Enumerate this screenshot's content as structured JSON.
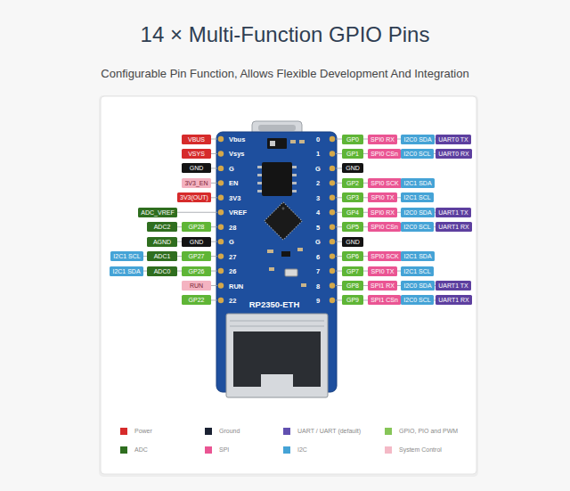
{
  "diagram": {
    "title": "14 × Multi-Function GPIO Pins",
    "caption": "Configurable Pin Function, Allows Flexible Development And Integration",
    "nodes": [
      {
        "text": [
          "VBUS"
        ]
      },
      {
        "text": [
          "GP0"
        ]
      },
      {
        "text": [
          "SPI0 RX"
        ]
      },
      {
        "text": [
          "I2C0 SDA"
        ]
      },
      {
        "text": [
          "UART0 TX"
        ]
      },
      {
        "text": [
          "VSYS"
        ]
      },
      {
        "text": [
          "GP1"
        ]
      },
      {
        "text": [
          "SPI0 CSn"
        ]
      },
      {
        "text": [
          "I2C0 SCL"
        ]
      },
      {
        "text": [
          "UART0 RX"
        ]
      },
      {
        "text": [
          "GND"
        ]
      },
      {
        "text": [
          "GND"
        ]
      },
      {
        "text": [
          "3V3_EN"
        ]
      },
      {
        "text": [
          "GP2"
        ]
      },
      {
        "text": [
          "SPI0 SCK"
        ]
      },
      {
        "text": [
          "I2C1 SDA"
        ]
      },
      {
        "text": [
          "3V3(OUT)"
        ]
      },
      {
        "text": [
          "GP3"
        ]
      },
      {
        "text": [
          "SPI0 TX"
        ]
      },
      {
        "text": [
          "I2C1 SCL"
        ]
      },
      {
        "text": [
          "ADC_VREF"
        ]
      },
      {
        "text": [
          "GP4"
        ]
      },
      {
        "text": [
          "SPI0 RX"
        ]
      },
      {
        "text": [
          "I2C0 SDA"
        ]
      },
      {
        "text": [
          "UART1 TX"
        ]
      },
      {
        "text": [
          "ADC2"
        ]
      },
      {
        "text": [
          "GP28"
        ]
      },
      {
        "text": [
          "GP5"
        ]
      },
      {
        "text": [
          "SPI0 CSn"
        ]
      },
      {
        "text": [
          "I2C0 SCL"
        ]
      },
      {
        "text": [
          "UART1 RX"
        ]
      },
      {
        "text": [
          "AGND"
        ]
      },
      {
        "text": [
          "GND"
        ]
      },
      {
        "text": [
          "GND"
        ]
      },
      {
        "text": [
          "I2C1 SCL"
        ]
      },
      {
        "text": [
          "ADC1"
        ]
      },
      {
        "text": [
          "GP27"
        ]
      },
      {
        "text": [
          "GP6"
        ]
      },
      {
        "text": [
          "SPI0 SCK"
        ]
      },
      {
        "text": [
          "I2C1 SDA"
        ]
      },
      {
        "text": [
          "I2C1 SDA"
        ]
      },
      {
        "text": [
          "ADC0"
        ]
      },
      {
        "text": [
          "GP26"
        ]
      },
      {
        "text": [
          "GP7"
        ]
      },
      {
        "text": [
          "SPI0 TX"
        ]
      },
      {
        "text": [
          "I2C1 SCL"
        ]
      },
      {
        "text": [
          "RUN"
        ]
      },
      {
        "text": [
          "GP8"
        ]
      },
      {
        "text": [
          "SPI1 RX"
        ]
      },
      {
        "text": [
          "I2C0 SDA"
        ]
      },
      {
        "text": [
          "UART1 TX"
        ]
      },
      {
        "text": [
          "GP22"
        ]
      },
      {
        "text": [
          "GP9"
        ]
      },
      {
        "text": [
          "SPI1 CSn"
        ]
      },
      {
        "text": [
          "I2C0 SCL"
        ]
      },
      {
        "text": [
          "UART1 RX"
        ]
      }
    ],
    "labels": [
      "Vbus",
      "Vsys",
      "G",
      "EN",
      "3V3",
      "VREF",
      "28",
      "G",
      "27",
      "26",
      "RUN",
      "22",
      "0",
      "1",
      "G",
      "2",
      "3",
      "4",
      "5",
      "G",
      "6",
      "7",
      "8",
      "9",
      "RP2350-ETH"
    ],
    "legend": [
      {
        "text": "Power",
        "color": "#d62b2b"
      },
      {
        "text": "Ground",
        "color": "#1b2233"
      },
      {
        "text": "UART / UART (default)",
        "color": "#6150b0"
      },
      {
        "text": "GPIO, PIO and PWM",
        "color": "#86c558"
      },
      {
        "text": "ADC",
        "color": "#2f6e1f"
      },
      {
        "text": "SPI",
        "color": "#ea5593"
      },
      {
        "text": "I2C",
        "color": "#45a3d6"
      },
      {
        "text": "System Control",
        "color": "#f4b9c6"
      }
    ]
  }
}
